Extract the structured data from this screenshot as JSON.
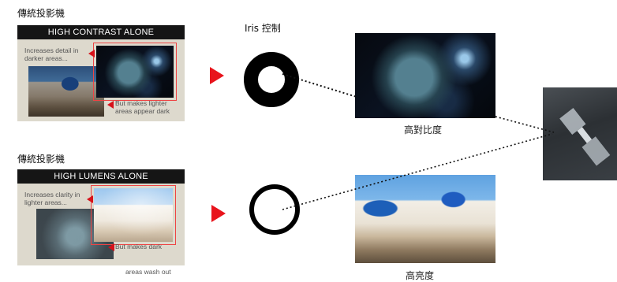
{
  "top": {
    "title": "傳統投影機",
    "header": "HIGH CONTRAST ALONE",
    "note_left": "Increases detail in darker areas...",
    "note_right": "But makes lighter areas appear dark"
  },
  "bottom": {
    "title": "傳統投影機",
    "header": "HIGH LUMENS ALONE",
    "note_left": "Increases clarity in lighter areas...",
    "note_right_line1": "But makes dark",
    "note_right_line2": "areas wash out"
  },
  "iris": {
    "label": "Iris 控制"
  },
  "results": {
    "contrast_label": "高對比度",
    "brightness_label": "高亮度"
  },
  "colors": {
    "accent_red": "#e8141c",
    "header_bg": "#151515",
    "panel_bg": "#ddd9cd"
  }
}
